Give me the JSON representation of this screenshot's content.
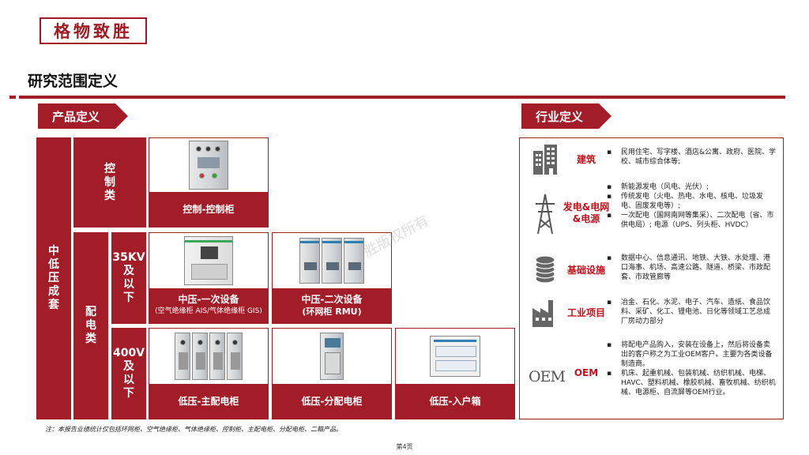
{
  "logo": {
    "text": "格物致胜"
  },
  "page": {
    "title": "研究范围定义",
    "page_number": "第4页"
  },
  "watermark": "胜版权所有",
  "product_section": {
    "tab_label": "产品定义",
    "top_category": "中低压成套",
    "control_category": "控制类",
    "distribution_category": "配电类",
    "voltage_35kv": "35KV及以下",
    "voltage_400v": "400V及以下",
    "products": {
      "control_cabinet": {
        "label": "控制-控制柜"
      },
      "mv_primary": {
        "label": "中压-一次设备",
        "sub": "(空气绝缘柜 AIS/气体绝缘柜 GIS)"
      },
      "mv_secondary": {
        "label": "中压-二次设备",
        "sub": "(环网柜 RMU)"
      },
      "lv_main": {
        "label": "低压-主配电柜"
      },
      "lv_sub": {
        "label": "低压-分配电柜"
      },
      "lv_home": {
        "label": "低压-入户箱"
      }
    }
  },
  "industry_section": {
    "tab_label": "行业定义",
    "rows": [
      {
        "icon": "building-icon",
        "name": "建筑",
        "items": [
          "民用住宅、写字楼、酒店&公寓、政府、医院、学校、城市综合体等;"
        ]
      },
      {
        "icon": "power-tower-icon",
        "name": "发电&电网&电源",
        "items": [
          "新能源发电（风电、光伏）;",
          "传统发电（火电、热电、水电、核电、垃圾发电、固废发电等）;",
          "一次配电（国网南网等集采）、二次配电（省、市供电局）; 电源（UPS、列头柜、HVDC）"
        ]
      },
      {
        "icon": "coins-icon",
        "name": "基础设施",
        "items": [
          "数据中心、信息通讯、地铁、大铁、水处理、港口海事、机场、高速公路、隧道、桥梁、市政配套、市政管廊等"
        ]
      },
      {
        "icon": "factory-icon",
        "name": "工业项目",
        "items": [
          "冶金、石化、水泥、电子、汽车、造纸、食品饮料、采矿、化工、锂电池、日化等领域工艺总成厂房动力部分"
        ]
      },
      {
        "icon": "oem-icon",
        "icon_text": "OEM",
        "name": "OEM",
        "items": [
          "将配电产品购入，安装在设备上，然后将设备卖出的客户称之为工业OEM客户。主要为各类设备制造商。",
          "机床、起重机械、包装机械、纺织机械、电梯、HAVC、塑料机械、橡胶机械、畜牧机械、纺织机械、电源柜、自流屏等OEM行业。"
        ]
      }
    ]
  },
  "footnote": "注：本报告业绩统计仅包括环网柜、空气绝缘柜、气体绝缘柜、控制柜、主配电柜、分配电柜、二箱产品。",
  "colors": {
    "brand_red": "#a31d28",
    "accent_red": "#c3121e"
  }
}
